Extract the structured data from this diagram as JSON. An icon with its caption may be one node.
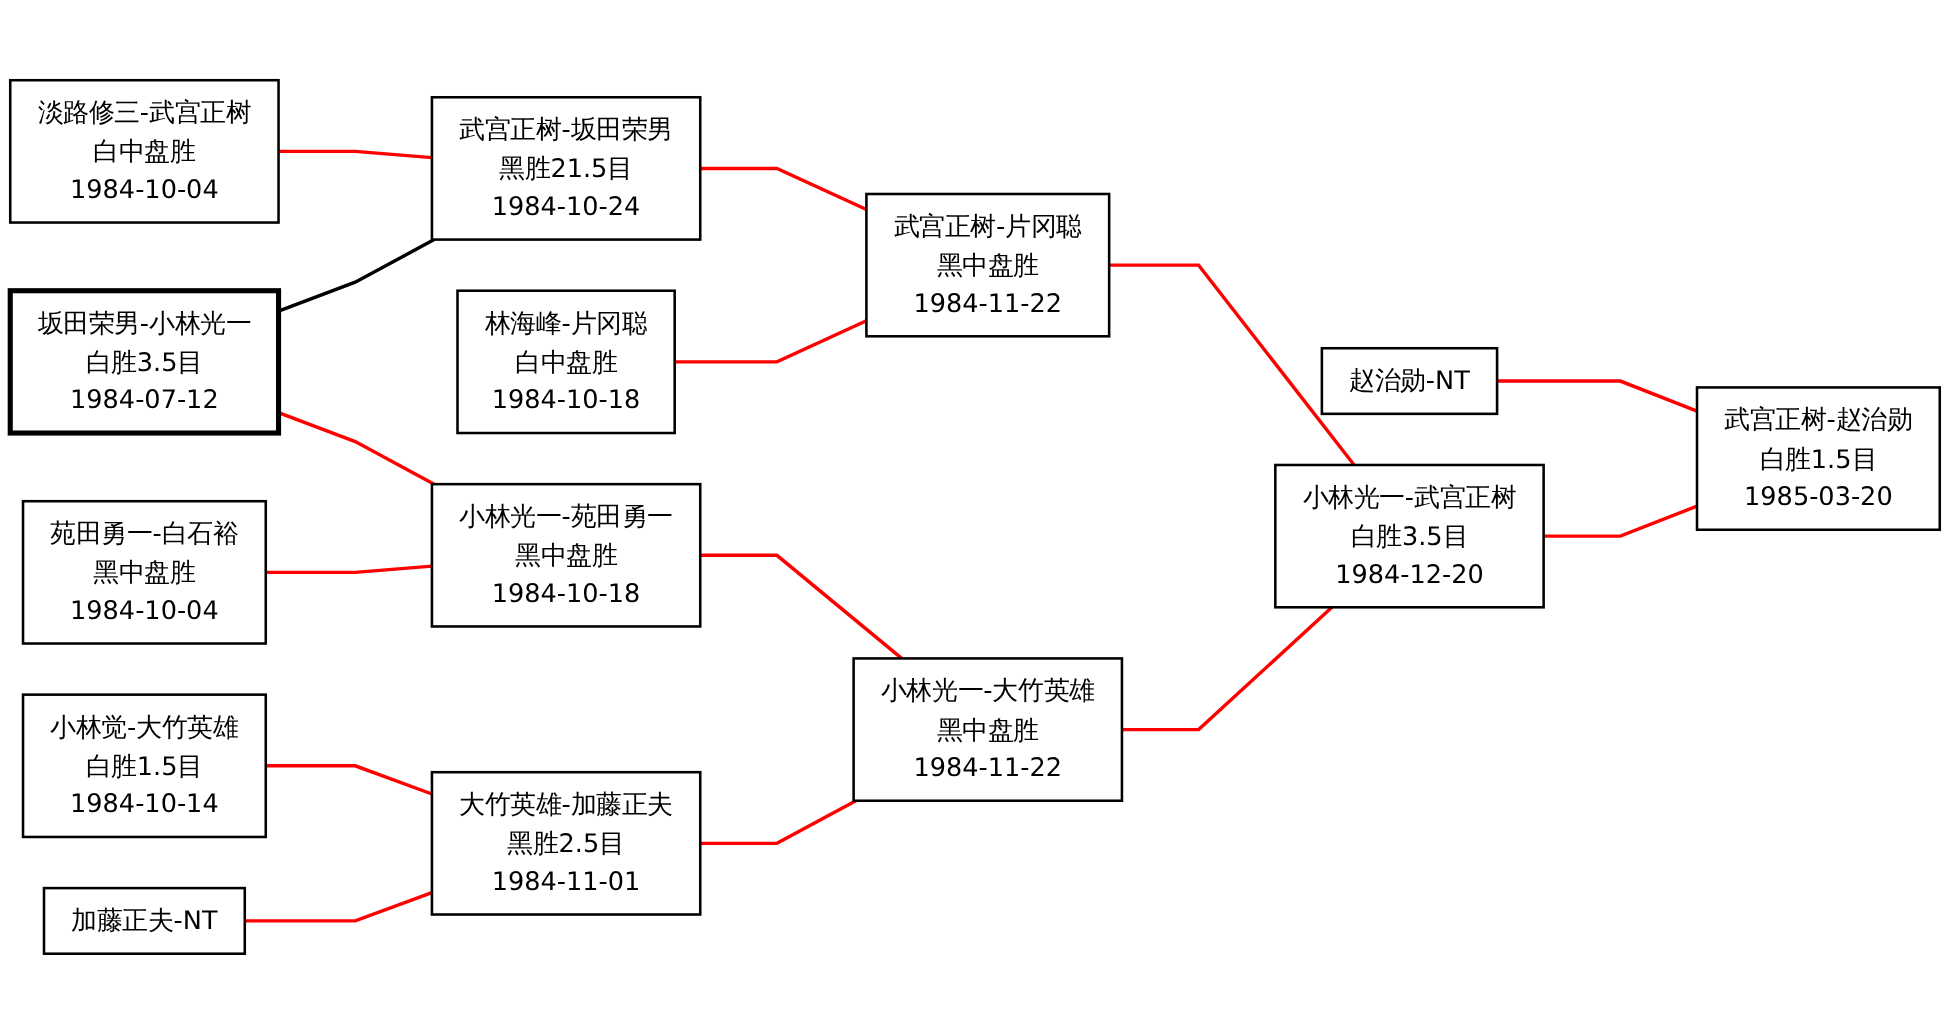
{
  "diagram": {
    "nodes": [
      {
        "text": [
          "淡路修三-武宫正树",
          "白中盘胜",
          "1984-10-04"
        ]
      },
      {
        "text": [
          "坂田荣男-小林光一",
          "白胜3.5目",
          "1984-07-12"
        ]
      },
      {
        "text": [
          "苑田勇一-白石裕",
          "黑中盘胜",
          "1984-10-04"
        ]
      },
      {
        "text": [
          "小林觉-大竹英雄",
          "白胜1.5目",
          "1984-10-14"
        ]
      },
      {
        "text": [
          "加藤正夫-NT"
        ]
      },
      {
        "text": [
          "武宫正树-坂田荣男",
          "黑胜21.5目",
          "1984-10-24"
        ]
      },
      {
        "text": [
          "林海峰-片冈聪",
          "白中盘胜",
          "1984-10-18"
        ]
      },
      {
        "text": [
          "小林光一-苑田勇一",
          "黑中盘胜",
          "1984-10-18"
        ]
      },
      {
        "text": [
          "大竹英雄-加藤正夫",
          "黑胜2.5目",
          "1984-11-01"
        ]
      },
      {
        "text": [
          "武宫正树-片冈聪",
          "黑中盘胜",
          "1984-11-22"
        ]
      },
      {
        "text": [
          "小林光一-大竹英雄",
          "黑中盘胜",
          "1984-11-22"
        ]
      },
      {
        "text": [
          "赵治勋-NT"
        ]
      },
      {
        "text": [
          "小林光一-武宫正树",
          "白胜3.5目",
          "1984-12-20"
        ]
      },
      {
        "text": [
          "武宫正树-赵治勋",
          "白胜1.5目",
          "1985-03-20"
        ]
      }
    ],
    "edges": [
      {
        "from": 0,
        "to": 5,
        "arrow": "none"
      },
      {
        "from": 1,
        "to": 5,
        "arrow": "none",
        "color": "#000000"
      },
      {
        "from": 1,
        "to": 7,
        "arrow": "none"
      },
      {
        "from": 2,
        "to": 7,
        "arrow": "none"
      },
      {
        "from": 3,
        "to": 8,
        "arrow": "none"
      },
      {
        "from": 4,
        "to": 8,
        "arrow": "none"
      },
      {
        "from": 5,
        "to": 9,
        "arrow": "none"
      },
      {
        "from": 6,
        "to": 9,
        "arrow": "none"
      },
      {
        "from": 7,
        "to": 10,
        "arrow": "none"
      },
      {
        "from": 8,
        "to": 10,
        "arrow": "none"
      },
      {
        "from": 9,
        "to": 12,
        "arrow": "none"
      },
      {
        "from": 10,
        "to": 12,
        "arrow": "none"
      },
      {
        "from": 11,
        "to": 13,
        "arrow": "none"
      },
      {
        "from": 12,
        "to": 13,
        "arrow": "none"
      }
    ]
  }
}
